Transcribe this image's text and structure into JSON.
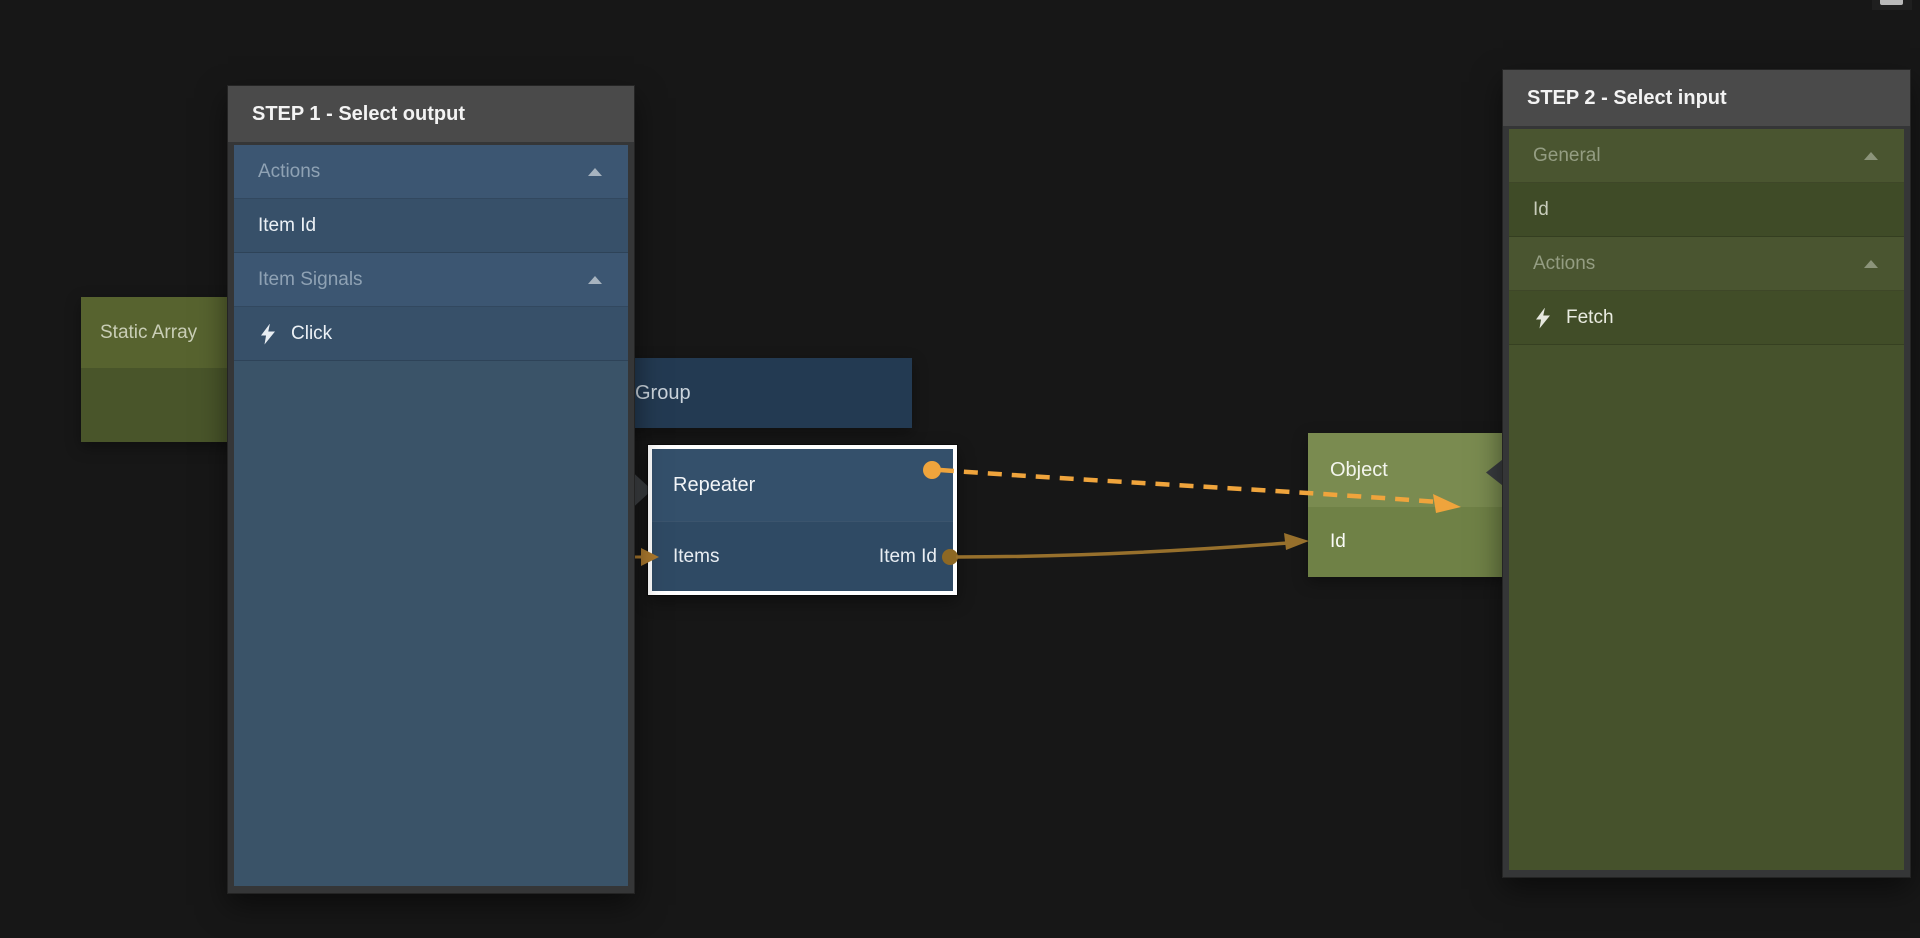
{
  "window": {
    "minimize_button": "minimize-bar"
  },
  "panels": {
    "step1": {
      "title": "STEP 1 - Select output",
      "rows": [
        {
          "label": "Actions",
          "kind": "group",
          "icon": "collapse-arrow-icon"
        },
        {
          "label": "Item Id",
          "kind": "item"
        },
        {
          "label": "Item Signals",
          "kind": "group",
          "icon": "collapse-arrow-icon"
        },
        {
          "label": "Click",
          "kind": "signal",
          "icon": "lightning-icon"
        }
      ]
    },
    "step2": {
      "title": "STEP 2 - Select input",
      "rows": [
        {
          "label": "General",
          "kind": "group",
          "icon": "collapse-arrow-icon"
        },
        {
          "label": "Id",
          "kind": "item"
        },
        {
          "label": "Actions",
          "kind": "group",
          "icon": "collapse-arrow-icon"
        },
        {
          "label": "Fetch",
          "kind": "signal",
          "icon": "lightning-icon"
        }
      ]
    }
  },
  "nodes": {
    "static_array": {
      "title": "Static Array"
    },
    "group": {
      "title": "Group"
    },
    "repeater": {
      "title": "Repeater",
      "input_port": "Items",
      "output_port": "Item Id"
    },
    "object": {
      "title": "Object",
      "input_port": "Id"
    }
  },
  "connections": [
    {
      "id": "pending-connection",
      "style": "dashed",
      "from": "repeater-output-dot",
      "to": "object-header",
      "color_key": "accent_orange"
    },
    {
      "id": "item-id-to-id",
      "style": "solid",
      "from": "repeater-port-item-id",
      "to": "object-port-id",
      "color_key": "wire_brown"
    },
    {
      "id": "items-input-stub",
      "style": "solid",
      "from": "hidden",
      "to": "repeater-port-items",
      "color_key": "stub_brown"
    }
  ],
  "icons": {
    "lightning-icon": "lightning-bolt",
    "collapse-arrow-icon": "triangle-up"
  },
  "colors": {
    "canvas": "#171717",
    "accent_orange": "#EFA43C",
    "wire_brown": "#97702C",
    "wire_dot_brown": "#8D6824",
    "stub_brown": "#A9782D",
    "step1_body": "#3A5368",
    "step2_body": "#46522C",
    "panel_header": "#4A4A4A",
    "selected_border": "#FFFFFF",
    "node_object_green": "#7A8B50",
    "node_static_green": "#57632F",
    "node_blue": "#34506B",
    "node_group_blue": "#233A52"
  }
}
